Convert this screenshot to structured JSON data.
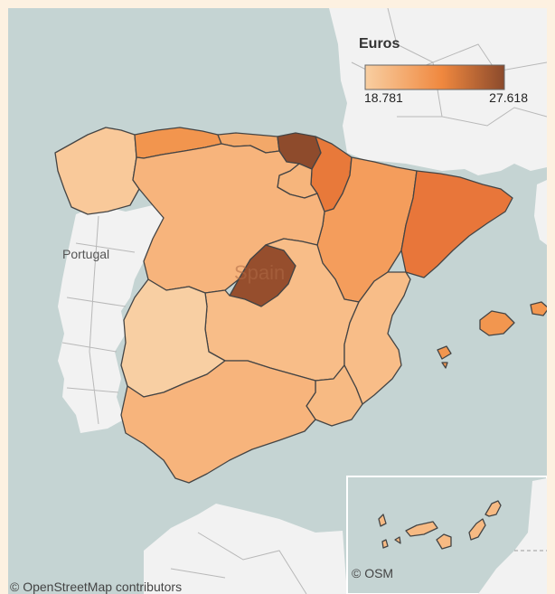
{
  "legend": {
    "title": "Euros",
    "min_label": "18.781",
    "max_label": "27.618",
    "color_low": "#f8cfa2",
    "color_high": "#8b4a2c"
  },
  "labels": {
    "portugal": "Portugal",
    "spain": "Spain"
  },
  "attribution": {
    "main": "© OpenStreetMap contributors",
    "inset": "© OSM"
  },
  "colors": {
    "sea": "#c5d4d3",
    "land": "#f2f2f2",
    "frame_bg": "#fdf1e1"
  },
  "regions": [
    {
      "name": "Galicia",
      "color": "#f9c99a"
    },
    {
      "name": "Asturias",
      "color": "#f2954e"
    },
    {
      "name": "Cantabria",
      "color": "#f3a869"
    },
    {
      "name": "País Vasco",
      "color": "#8e4b2c"
    },
    {
      "name": "Navarra",
      "color": "#e8793a"
    },
    {
      "name": "La Rioja",
      "color": "#f6b57c"
    },
    {
      "name": "Aragón",
      "color": "#f49d5c"
    },
    {
      "name": "Cataluña",
      "color": "#e8763a"
    },
    {
      "name": "Castilla y León",
      "color": "#f7b47c"
    },
    {
      "name": "Madrid",
      "color": "#964e2d"
    },
    {
      "name": "Castilla-La Mancha",
      "color": "#f8bd88"
    },
    {
      "name": "Extremadura",
      "color": "#f8cfa3"
    },
    {
      "name": "Comunidad Valenciana",
      "color": "#f8bd88"
    },
    {
      "name": "Murcia",
      "color": "#f7ba83"
    },
    {
      "name": "Andalucía",
      "color": "#f7b47c"
    },
    {
      "name": "Illes Balears",
      "color": "#f2964f"
    },
    {
      "name": "Canarias",
      "color": "#f7ba83"
    }
  ]
}
